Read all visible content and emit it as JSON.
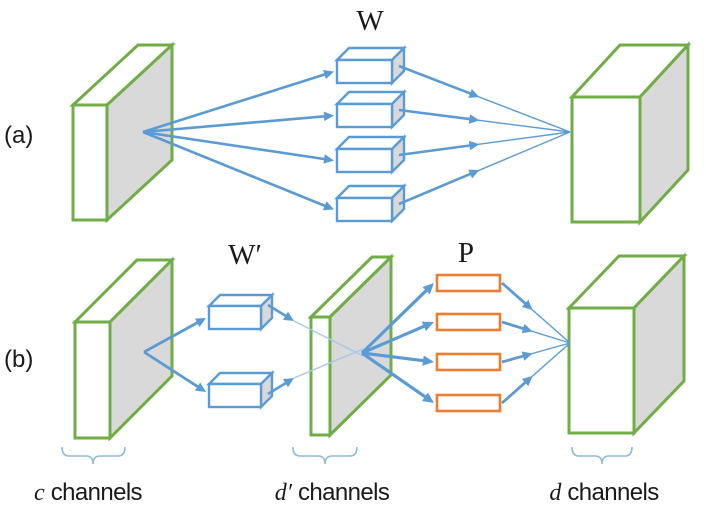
{
  "figure": {
    "description": "Convolutional layer low-rank decomposition diagram",
    "panels": {
      "a": {
        "label": "(a)",
        "weights_label": "W",
        "num_filters": 4
      },
      "b": {
        "label": "(b)",
        "weights_label": "W′",
        "projection_label": "P",
        "num_basis_filters": 2,
        "num_projections": 4
      }
    },
    "axis_labels": {
      "input": {
        "var": "c",
        "word": "channels"
      },
      "mid": {
        "var": "d′",
        "word": "channels"
      },
      "output": {
        "var": "d",
        "word": "channels"
      }
    },
    "colors": {
      "tensor_green": "#70AD47",
      "filter_blue": "#5B9BD5",
      "projection_orange": "#ED7D31",
      "face_gray": "#D9D9D9",
      "thin_line_blue": "#A6C9E8",
      "brace_blue": "#8FBADC",
      "text": "#1A1A1A",
      "background": "#FFFFFF"
    }
  }
}
